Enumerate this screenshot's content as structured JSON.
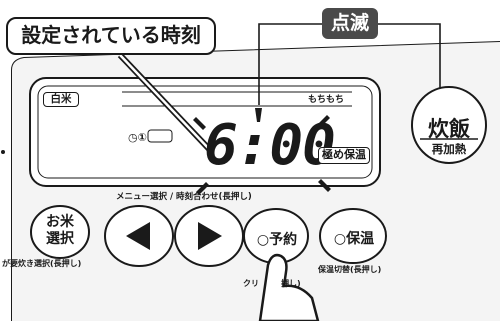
{
  "callouts": {
    "current_time_label": "設定されている時刻",
    "blink_label": "点滅"
  },
  "display": {
    "mode": "白米",
    "texture": "もちもち",
    "timer_indicator": "◷①",
    "time": "6:00",
    "keep_warm": "極め保温"
  },
  "controls": {
    "menu_hint": "メニュー選択 / 時刻合わせ(長押し)",
    "cook_button": {
      "line1": "炊飯",
      "line2": "再加熱"
    },
    "okome_button": {
      "line1": "お米",
      "line2": "選択"
    },
    "rinse_hint": "が要炊き選択(長押し)",
    "left_arrow": "◀",
    "right_arrow": "▶",
    "reserve_button": "○予約",
    "clean_hint": "クリ",
    "clean_hint_tail": "押し)",
    "keep_warm_button": "○保温",
    "keep_warm_hint": "保温切替(長押し)"
  },
  "colors": {
    "panel": "#f2f2f2",
    "lcd": "#ffffff",
    "ink": "#1a1a1a",
    "callout_bg": "#4a4a4a"
  }
}
